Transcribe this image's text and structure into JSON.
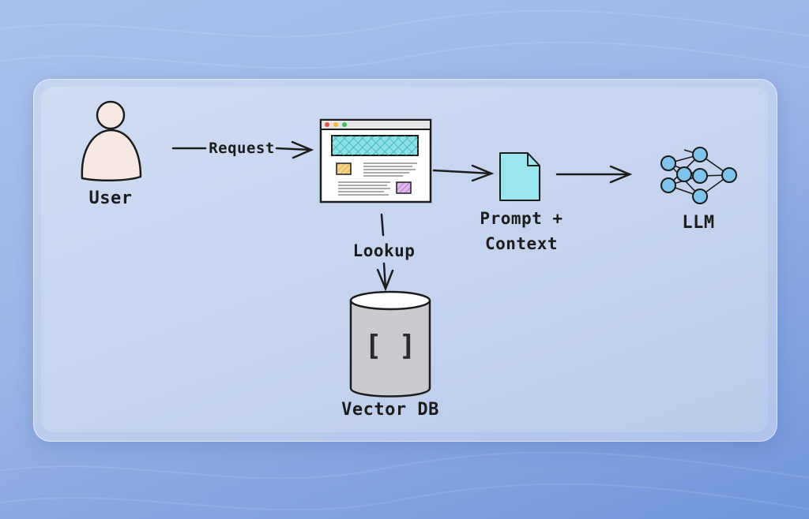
{
  "nodes": {
    "user": {
      "label": "User"
    },
    "app": {
      "label": ""
    },
    "prompt": {
      "label_line1": "Prompt +",
      "label_line2": "Context"
    },
    "llm": {
      "label": "LLM"
    },
    "vector_db": {
      "label": "Vector DB",
      "glyph": "[ ]"
    }
  },
  "edges": {
    "request": {
      "label": "Request"
    },
    "lookup": {
      "label": "Lookup"
    }
  },
  "colors": {
    "user_fill": "#f7e8e4",
    "browser_header": "#e6e6e6",
    "hero_hatch": "#5fd0d8",
    "tile_orange": "#f1c15a",
    "tile_purple": "#c98be0",
    "document_fill": "#9ae6ef",
    "neuron_fill": "#7fc4ec",
    "db_fill": "#c9cbd0",
    "stroke": "#1c1c1c"
  }
}
